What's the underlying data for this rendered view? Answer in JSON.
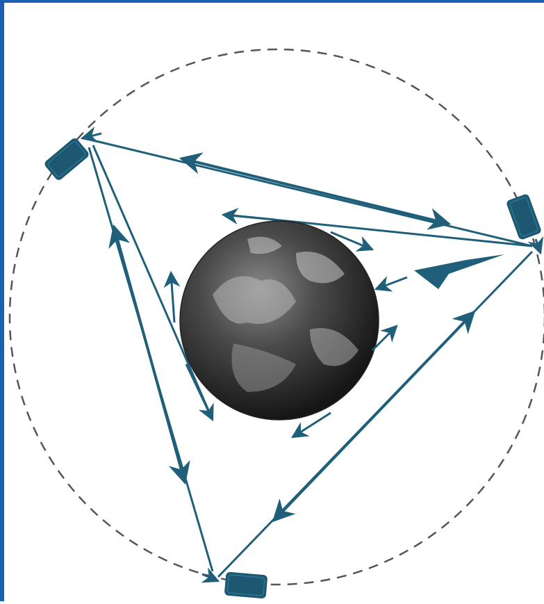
{
  "diagram": {
    "type": "satellite-constellation",
    "satellite_count": 3,
    "central_body": "earth",
    "colors": {
      "frame": "#1a5fb0",
      "arrow": "#1f5f7a",
      "satellite": "#1d5870",
      "orbit": "#555555",
      "background": "#ffffff"
    },
    "icons": [
      "satellite-icon",
      "earth-icon"
    ]
  }
}
